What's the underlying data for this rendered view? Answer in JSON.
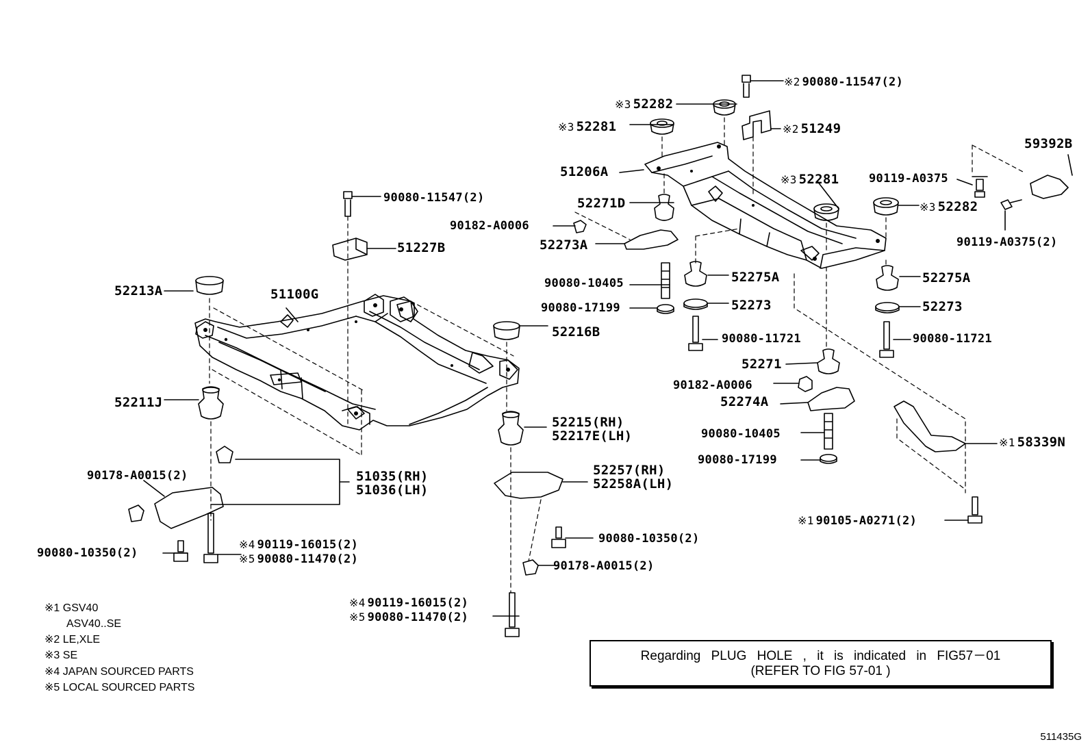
{
  "labels": {
    "p_90080_11547_l": "90080-11547(2)",
    "p_51227B": "51227B",
    "p_52213A": "52213A",
    "p_51100G": "51100G",
    "p_52216B": "52216B",
    "p_52211J": "52211J",
    "p_52215": "52215(RH)",
    "p_52217E": "52217E(LH)",
    "p_90178_A0015_l": "90178-A0015(2)",
    "p_51035": "51035(RH)",
    "p_51036": "51036(LH)",
    "p_52257": "52257(RH)",
    "p_52258A": "52258A(LH)",
    "p_90080_10350_l": "90080-10350(2)",
    "p_90119_16015_l": "90119-16015(2)",
    "p_90080_11470_l": "90080-11470(2)",
    "p_90080_10350_c": "90080-10350(2)",
    "p_90178_A0015_c": "90178-A0015(2)",
    "p_90119_16015_c": "90119-16015(2)",
    "p_90080_11470_c": "90080-11470(2)",
    "p_90080_11547_r": "90080-11547(2)",
    "p_52282_top": "52282",
    "p_52281_top": "52281",
    "p_51249": "51249",
    "p_59392B": "59392B",
    "p_51206A": "51206A",
    "p_52281_mid": "52281",
    "p_90119_A0375": "90119-A0375",
    "p_52271D": "52271D",
    "p_90182_A0006_top": "90182-A0006",
    "p_52282_right": "52282",
    "p_52273A": "52273A",
    "p_90119_A0375_2": "90119-A0375(2)",
    "p_90080_10405_top": "90080-10405",
    "p_52275A_l": "52275A",
    "p_52275A_r": "52275A",
    "p_90080_17199_top": "90080-17199",
    "p_52273_l": "52273",
    "p_52273_r": "52273",
    "p_90080_11721_l": "90080-11721",
    "p_90080_11721_r": "90080-11721",
    "p_52271": "52271",
    "p_90182_A0006_bot": "90182-A0006",
    "p_52274A": "52274A",
    "p_58339N": "58339N",
    "p_90080_10405_bot": "90080-10405",
    "p_90080_17199_bot": "90080-17199",
    "p_90105_A0271": "90105-A0271(2)"
  },
  "marks": {
    "m1": "※1",
    "m2": "※2",
    "m3": "※3",
    "m4": "※4",
    "m5": "※5"
  },
  "legend": [
    {
      "mark": "※1",
      "text": "GSV40"
    },
    {
      "mark": "",
      "text": "ASV40..SE"
    },
    {
      "mark": "※2",
      "text": "LE,XLE"
    },
    {
      "mark": "※3",
      "text": "SE"
    },
    {
      "mark": "※4",
      "text": "JAPAN SOURCED PARTS"
    },
    {
      "mark": "※5",
      "text": "LOCAL SOURCED PARTS"
    }
  ],
  "note": {
    "line1": "Regarding PLUG HOLE , it is indicated in FIG57－01",
    "line2": "(REFER TO FIG 57-01 )"
  },
  "figure_code": "511435G"
}
